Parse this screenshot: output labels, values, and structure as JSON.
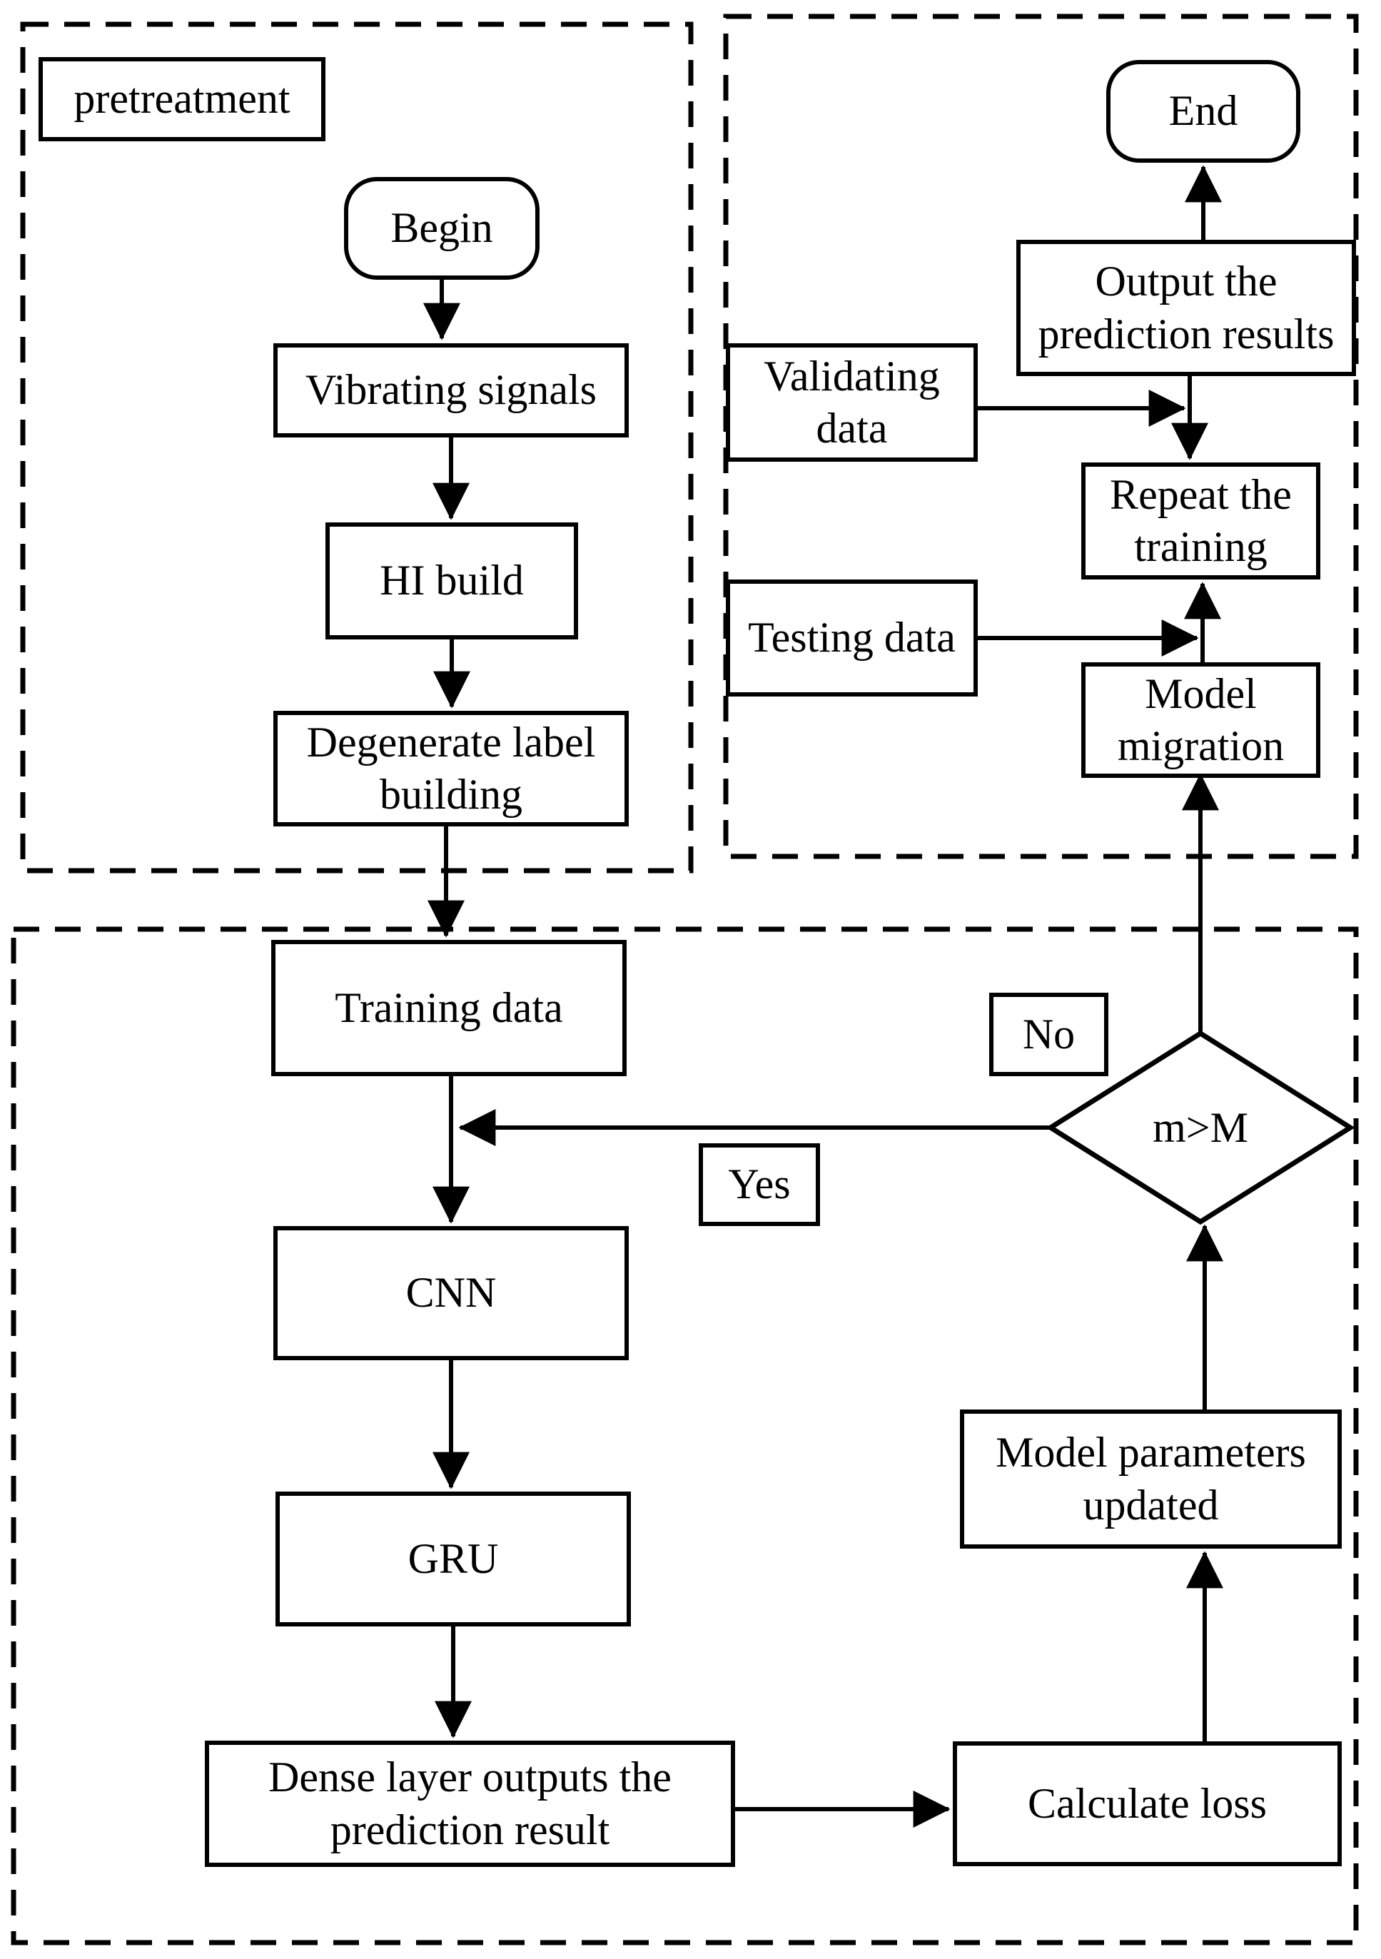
{
  "diagram": {
    "title_note": "CNN-GRU RUL prediction flowchart",
    "containers": {
      "pretreatment_label": "pretreatment"
    },
    "nodes": {
      "begin": "Begin",
      "vibrating_signals": "Vibrating signals",
      "hi_build": "HI build",
      "degenerate_label_building": "Degenerate label building",
      "training_data": "Training data",
      "cnn": "CNN",
      "gru": "GRU",
      "dense_layer": "Dense layer outputs the prediction result",
      "calculate_loss": "Calculate loss",
      "model_parameters_updated": "Model parameters updated",
      "decision": "m>M",
      "end": "End",
      "output_prediction_results": "Output the prediction results",
      "validating_data": "Validating data",
      "repeat_the_training": "Repeat the training",
      "testing_data": "Testing data",
      "model_migration": "Model migration"
    },
    "edge_labels": {
      "no": "No",
      "yes": "Yes"
    },
    "colors": {
      "stroke": "#000000",
      "background": "#ffffff"
    }
  }
}
